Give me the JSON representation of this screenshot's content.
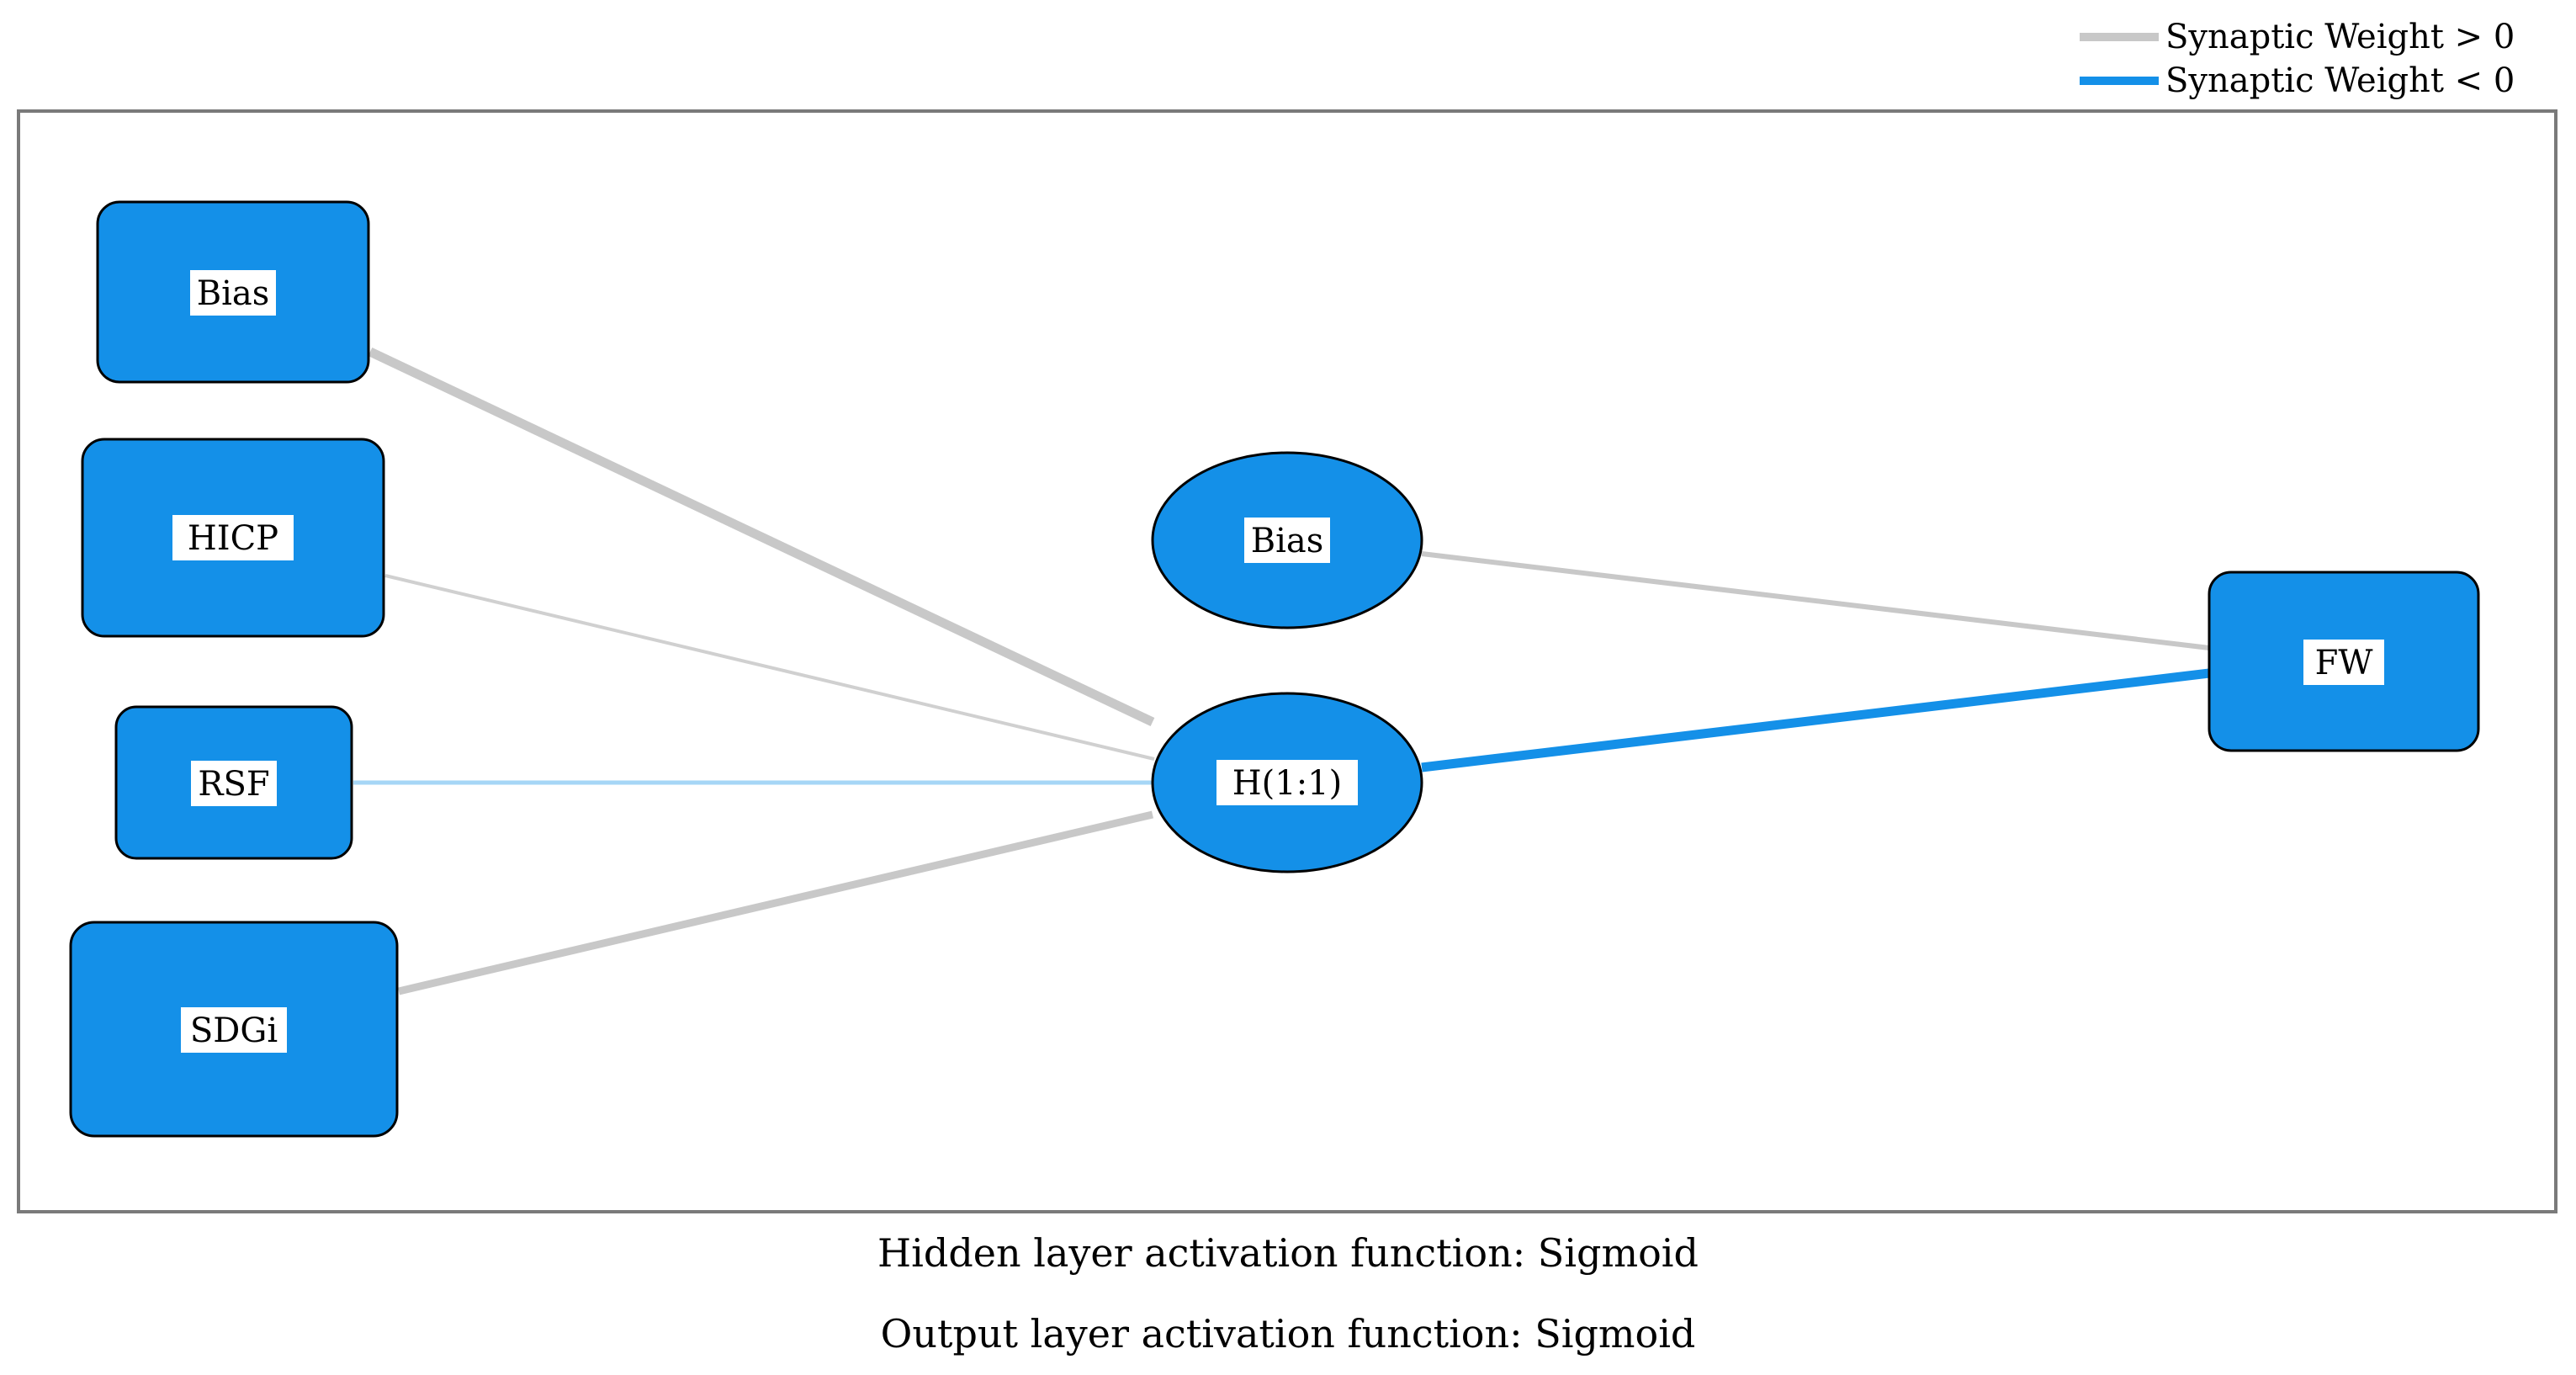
{
  "legend": {
    "positive_label": "Synaptic Weight > 0",
    "negative_label": "Synaptic Weight < 0",
    "positive_color": "#c8c8c8",
    "negative_color": "#1490e8"
  },
  "colors": {
    "node_fill": "#1490e8",
    "node_stroke": "#000000",
    "frame_stroke": "#7a7a7a"
  },
  "nodes": {
    "input_bias": "Bias",
    "input_hicp": "HICP",
    "input_rsf": "RSF",
    "input_sdgi": "SDGi",
    "hidden_bias": "Bias",
    "hidden_h11": "H(1:1)",
    "output_fw": "FW"
  },
  "connections": [
    {
      "from": "Bias",
      "to": "H(1:1)",
      "sign": "positive"
    },
    {
      "from": "HICP",
      "to": "H(1:1)",
      "sign": "positive"
    },
    {
      "from": "RSF",
      "to": "H(1:1)",
      "sign": "negative"
    },
    {
      "from": "SDGi",
      "to": "H(1:1)",
      "sign": "positive"
    },
    {
      "from": "Bias",
      "to": "FW",
      "sign": "positive"
    },
    {
      "from": "H(1:1)",
      "to": "FW",
      "sign": "negative"
    }
  ],
  "captions": {
    "hidden_activation": "Hidden layer activation function: Sigmoid",
    "output_activation": "Output layer activation function: Sigmoid"
  }
}
